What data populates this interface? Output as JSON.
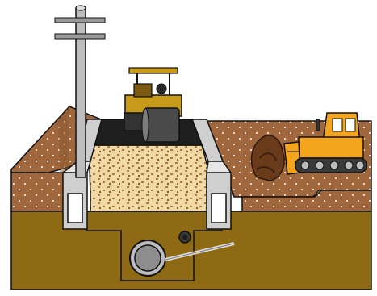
{
  "scene": {
    "subject": "road-construction-cross-section",
    "colors": {
      "background": "#ffffff",
      "soil": "#a0673d",
      "soil_dark": "#5a2f12",
      "subsoil": "#8f6a14",
      "gravel": "#f1d9a5",
      "gravel_speckle": "#b07a3a",
      "asphalt": "#1e1e1e",
      "concrete": "#cfcfcf",
      "pole": "#bdbdbd",
      "bulldozer": "#f4a51c",
      "roller": "#c79a1a",
      "outline": "#111111"
    },
    "elements": {
      "utility_pole": "utility-pole",
      "road_roller": "road-roller",
      "bulldozer": "bulldozer",
      "soil_pile": "soil-pile",
      "gravel_base": "gravel-base",
      "asphalt_layer": "asphalt-layer",
      "side_curbs": [
        "left-curb",
        "right-curb"
      ],
      "drain_pipe": "drain-pipe",
      "small_pipe": "small-pipe",
      "drain_rod": "drain-rod"
    }
  }
}
